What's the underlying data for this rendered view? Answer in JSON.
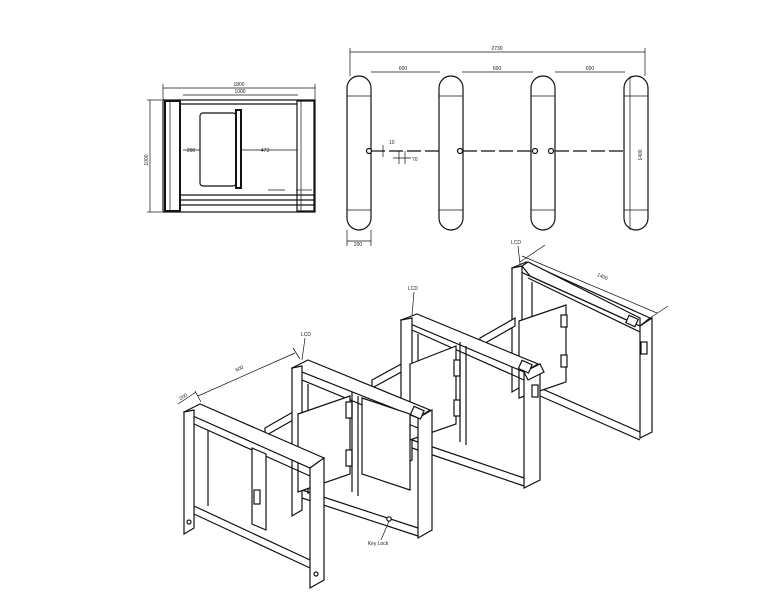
{
  "front_view": {
    "dim_width_outer": "1800",
    "dim_width_inner": "1000",
    "dim_height": "1000",
    "dim_panel": "200",
    "dim_gap": "473"
  },
  "top_view": {
    "dim_total": "2730",
    "dim_lane_1": "600",
    "dim_lane_2": "600",
    "dim_lane_3": "600",
    "dim_small_1": "10",
    "dim_small_2": "70",
    "dim_post_width": "200",
    "dim_length": "1400"
  },
  "isometric": {
    "lcd_labels": [
      "LCD",
      "LCD",
      "LCD"
    ],
    "dim_depth": "1400",
    "dim_left_length": "600",
    "dim_left_width": "200",
    "key_lock_label": "Key Lock"
  }
}
